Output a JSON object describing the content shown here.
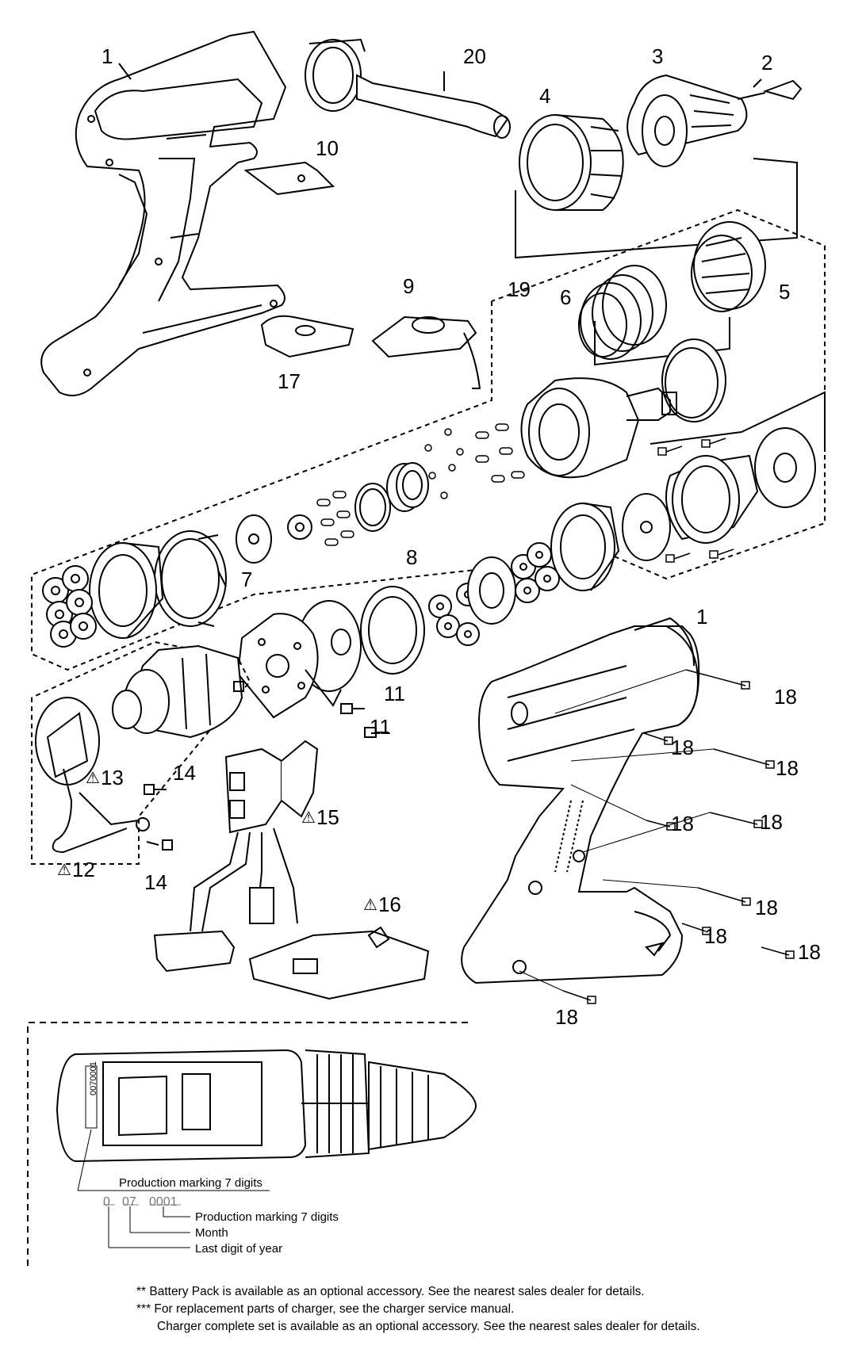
{
  "part_labels": {
    "p1_top": "1",
    "p20": "20",
    "p3": "3",
    "p2": "2",
    "p4": "4",
    "p10": "10",
    "p9": "9",
    "p19": "19",
    "p6": "6",
    "p5": "5",
    "p17": "17",
    "p7": "7",
    "p8": "8",
    "p1_right": "1",
    "p11_a": "11",
    "p11_b": "11",
    "p13": "13",
    "p14_a": "14",
    "p15": "15",
    "p12": "12",
    "p14_b": "14",
    "p16": "16",
    "p18_a": "18",
    "p18_b": "18",
    "p18_c": "18",
    "p18_d": "18",
    "p18_e": "18",
    "p18_f": "18",
    "p18_g": "18",
    "p18_h": "18",
    "p18_i": "18"
  },
  "warning_symbol": "⚠",
  "marking": {
    "printed_code": "0070001",
    "caption": "Production marking 7 digits",
    "code_year": "0",
    "code_month": "07",
    "code_serial": "0001",
    "legend_serial": "Production marking 7 digits",
    "legend_month": "Month",
    "legend_year": "Last digit of year"
  },
  "notes": {
    "line1": "**  Battery Pack is available as an optional accessory.  See the nearest sales dealer for details.",
    "line2": "*** For replacement parts of charger, see the charger service manual.",
    "line3": "Charger complete set is available as an optional accessory.  See the nearest sales dealer for details."
  }
}
